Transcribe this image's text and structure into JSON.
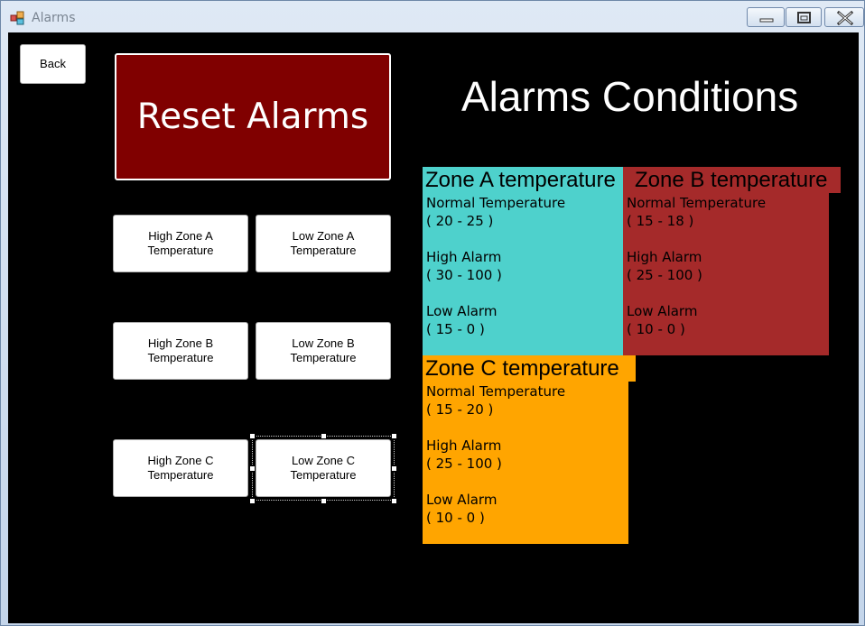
{
  "window": {
    "title": "Alarms",
    "app_icon": "form-icon",
    "controls": [
      "minimize-icon",
      "maximize-icon",
      "close-icon"
    ]
  },
  "back_button": {
    "label": "Back"
  },
  "reset_button": {
    "label": "Reset Alarms",
    "color": "#800000"
  },
  "heading": "Alarms Conditions",
  "alarm_buttons": [
    {
      "label": "High Zone A\nTemperature"
    },
    {
      "label": "Low Zone A\nTemperature"
    },
    {
      "label": "High Zone B\nTemperature"
    },
    {
      "label": "Low Zone B\nTemperature"
    },
    {
      "label": "High Zone C\nTemperature"
    },
    {
      "label": "Low Zone C\nTemperature"
    }
  ],
  "zones": {
    "a": {
      "title": "Zone A temperature",
      "color": "#4ed1cc",
      "normal_label": "Normal Temperature",
      "normal_range": "( 20 - 25 )",
      "high_label": "High Alarm",
      "high_range": "( 30 - 100 )",
      "low_label": "Low Alarm",
      "low_range": "( 15 - 0 )"
    },
    "b": {
      "title": "Zone B temperature",
      "color": "#a52a2a",
      "normal_label": "Normal Temperature",
      "normal_range": "( 15 - 18 )",
      "high_label": "High Alarm",
      "high_range": "( 25 - 100 )",
      "low_label": "Low Alarm",
      "low_range": "( 10 - 0 )"
    },
    "c": {
      "title": "Zone C temperature",
      "color": "#ffa500",
      "normal_label": "Normal Temperature",
      "normal_range": "( 15 - 20 )",
      "high_label": "High Alarm",
      "high_range": "( 25 - 100 )",
      "low_label": "Low Alarm",
      "low_range": "( 10 - 0 )"
    }
  }
}
